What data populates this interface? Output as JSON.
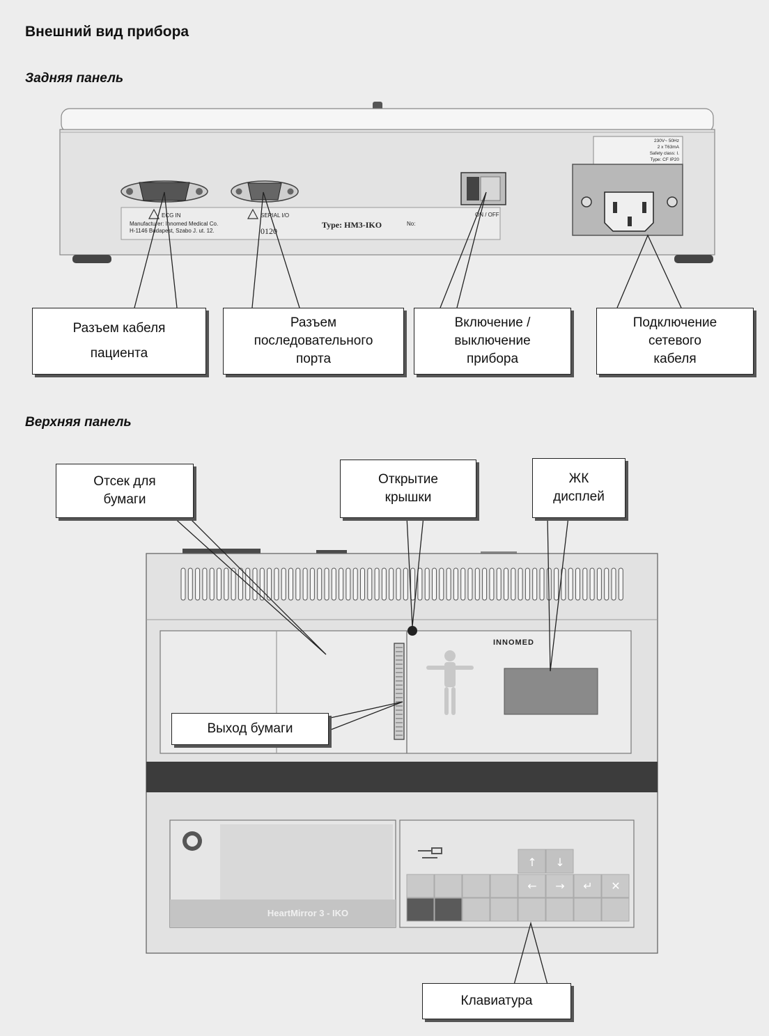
{
  "page_title": "Внешний вид прибора",
  "rear_section": {
    "title": "Задняя панель",
    "device_labels": {
      "ecg_in": "ECG IN",
      "serial_io": "SERIAL I/O",
      "manufacturer_line1": "Manufacturer: Innomed Medical Co.",
      "manufacturer_line2": "H-1146 Budapest, Szabo J. ut. 12.",
      "ce_mark": "0120",
      "type": "Type: HM3-IKO",
      "no": "No:",
      "on_off": "ON / OFF",
      "rating_line1": "230V~ 50Hz",
      "rating_line2": "2 x T63mA",
      "rating_line3": "Safety class: I.",
      "rating_line4": "Type: CF  IP20"
    },
    "callouts": [
      {
        "line1": "Разъем кабеля",
        "line2": "пациента",
        "line3": ""
      },
      {
        "line1": "Разъем",
        "line2": "последовательного",
        "line3": "порта"
      },
      {
        "line1": "Включение /",
        "line2": "выключение",
        "line3": "прибора"
      },
      {
        "line1": "Подключение",
        "line2": "сетевого",
        "line3": "кабеля"
      }
    ]
  },
  "top_section": {
    "title": "Верхняя панель",
    "device_labels": {
      "brand": "INNOMED",
      "model": "HeartMirror 3 - IKO",
      "logo_text": "INNOMED"
    },
    "callouts": [
      {
        "line1": "Отсек для",
        "line2": "бумаги"
      },
      {
        "line1": "Открытие",
        "line2": "крышки"
      },
      {
        "line1": "ЖК",
        "line2": "дисплей"
      },
      {
        "line1": "Выход бумаги",
        "line2": ""
      },
      {
        "line1": "Клавиатура",
        "line2": ""
      }
    ],
    "keypad_icons": [
      "arrow-up-icon",
      "arrow-down-icon",
      "arrow-left-icon",
      "arrow-right-icon",
      "enter-icon",
      "cancel-icon"
    ]
  },
  "colors": {
    "background": "#ededed",
    "device_body": "#e4e4e4",
    "device_dark_band": "#3c3c3c",
    "lcd": "#8a8a8a",
    "callout_border": "#222222"
  }
}
